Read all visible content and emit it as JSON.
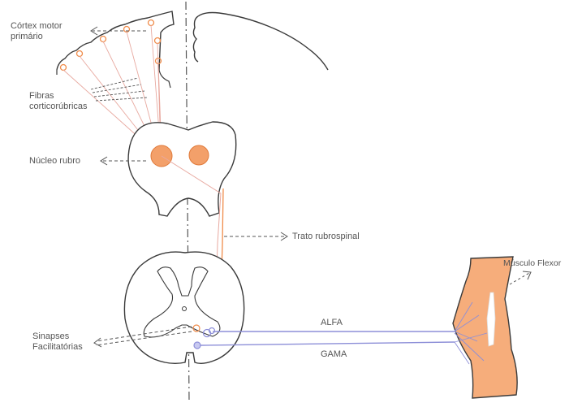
{
  "labels": {
    "cortex_line1": "Córtex motor",
    "cortex_line2": "primário",
    "fibers_line1": "Fibras",
    "fibers_line2": "corticorúbricas",
    "red_nucleus": "Núcleo rubro",
    "tract": "Trato rubrospinal",
    "muscle": "Músculo Flexor",
    "synapses_line1": "Sinapses",
    "synapses_line2": "Facilitatórias",
    "alpha": "ALFA",
    "gamma": "GAMA"
  },
  "colors": {
    "outline": "#3a3a3a",
    "orange": "#f08c4a",
    "nucleus": "#f3a06a",
    "muscle": "#f6ad7b",
    "blue_fiber": "#8d8fd8",
    "pink_fiber": "#e8a9a0",
    "dash": "#555555"
  }
}
